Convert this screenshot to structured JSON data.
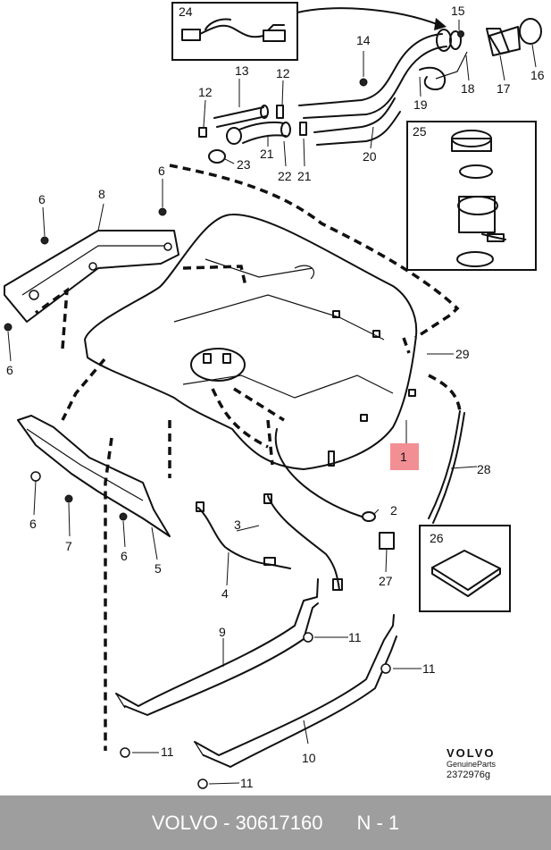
{
  "callouts": [
    {
      "id": "24",
      "label": "24"
    },
    {
      "id": "15",
      "label": "15"
    },
    {
      "id": "14",
      "label": "14"
    },
    {
      "id": "13",
      "label": "13"
    },
    {
      "id": "12a",
      "label": "12"
    },
    {
      "id": "12b",
      "label": "12"
    },
    {
      "id": "16",
      "label": "16"
    },
    {
      "id": "18",
      "label": "18"
    },
    {
      "id": "17",
      "label": "17"
    },
    {
      "id": "19",
      "label": "19"
    },
    {
      "id": "21a",
      "label": "21"
    },
    {
      "id": "21b",
      "label": "21"
    },
    {
      "id": "20",
      "label": "20"
    },
    {
      "id": "23",
      "label": "23"
    },
    {
      "id": "22",
      "label": "22"
    },
    {
      "id": "25",
      "label": "25"
    },
    {
      "id": "8",
      "label": "8"
    },
    {
      "id": "6a",
      "label": "6"
    },
    {
      "id": "6b",
      "label": "6"
    },
    {
      "id": "6c",
      "label": "6"
    },
    {
      "id": "29",
      "label": "29"
    },
    {
      "id": "1",
      "label": "1"
    },
    {
      "id": "28",
      "label": "28"
    },
    {
      "id": "2",
      "label": "2"
    },
    {
      "id": "3",
      "label": "3"
    },
    {
      "id": "26",
      "label": "26"
    },
    {
      "id": "27",
      "label": "27"
    },
    {
      "id": "4",
      "label": "4"
    },
    {
      "id": "6d",
      "label": "6"
    },
    {
      "id": "7",
      "label": "7"
    },
    {
      "id": "6e",
      "label": "6"
    },
    {
      "id": "5",
      "label": "5"
    },
    {
      "id": "9",
      "label": "9"
    },
    {
      "id": "11a",
      "label": "11"
    },
    {
      "id": "11b",
      "label": "11"
    },
    {
      "id": "11c",
      "label": "11"
    },
    {
      "id": "11d",
      "label": "11"
    },
    {
      "id": "10",
      "label": "10"
    }
  ],
  "highlight_callout": "1",
  "brand": {
    "logo": "VOLVO",
    "subtitle": "GenuineParts",
    "drawing_number": "2372976g"
  },
  "footer": {
    "part_text": "VOLVO - 30617160",
    "position_text": "N - 1",
    "background": "#9e9e9e"
  },
  "colors": {
    "highlight": "#f28f94",
    "line": "#111111",
    "footer_text": "#ffffff"
  }
}
